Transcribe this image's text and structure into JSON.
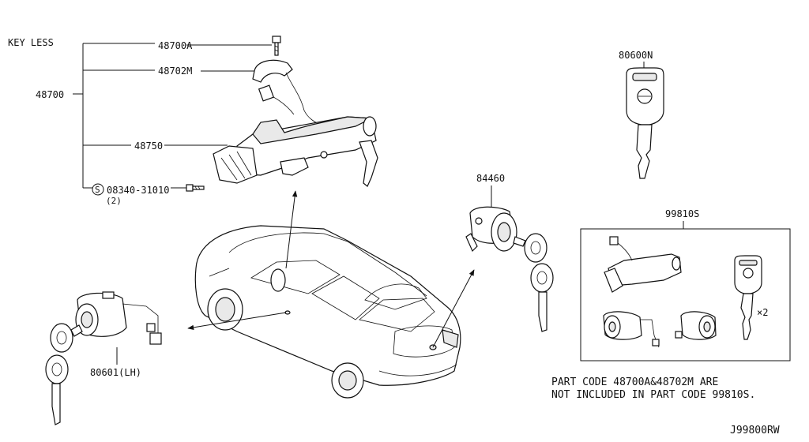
{
  "labels": {
    "key_less": "KEY LESS",
    "p48700": "48700",
    "p48700a": "48700A",
    "p48702m": "48702M",
    "p48750": "48750",
    "screw_symbol": "S",
    "screw": "08340-31010",
    "screw_qty": "(2)",
    "p80600n": "80600N",
    "p84460": "84460",
    "p99810s": "99810S",
    "p80601": "80601(LH)",
    "qty_x2": "×2",
    "ref": "J99800RW"
  },
  "note": {
    "line1": "PART CODE 48700A&48702M ARE",
    "line2": "NOT INCLUDED IN PART CODE 99810S."
  }
}
